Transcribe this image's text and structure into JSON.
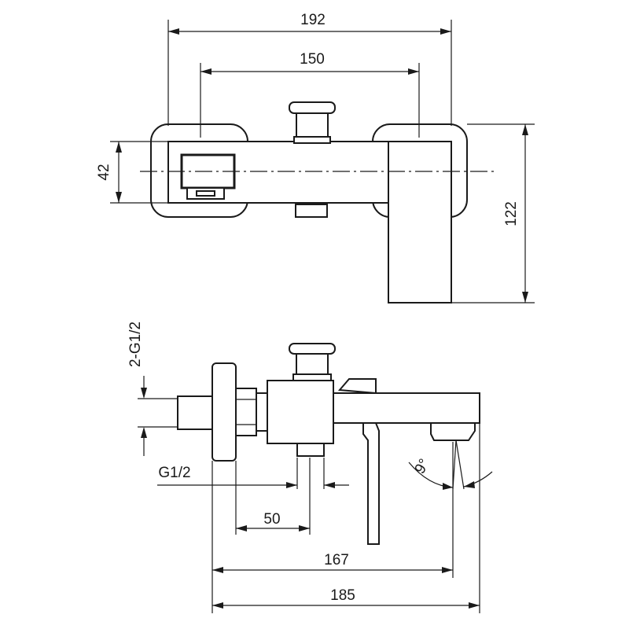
{
  "drawing": {
    "top_view": {
      "dim_overall_width": "192",
      "dim_handle_span": "150",
      "dim_body_height": "42",
      "dim_overall_depth": "122"
    },
    "side_view": {
      "dim_inlet_thread": "2-G1/2",
      "dim_outlet_thread": "G1/2",
      "dim_center_offset": "50",
      "dim_spout_reach": "167",
      "dim_overall_length": "185",
      "dim_spout_angle": "9°"
    }
  }
}
